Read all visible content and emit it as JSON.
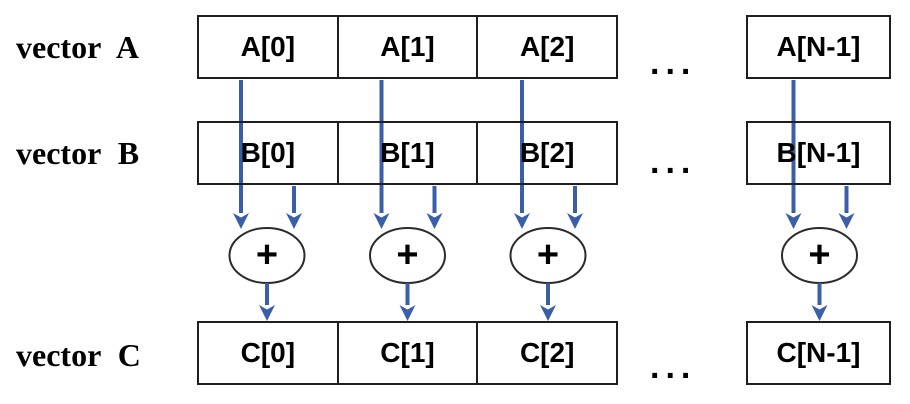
{
  "rows": {
    "a": {
      "label": "vector A",
      "cells": [
        "A[0]",
        "A[1]",
        "A[2]",
        "A[N-1]"
      ]
    },
    "b": {
      "label": "vector B",
      "cells": [
        "B[0]",
        "B[1]",
        "B[2]",
        "B[N-1]"
      ]
    },
    "c": {
      "label": "vector C",
      "cells": [
        "C[0]",
        "C[1]",
        "C[2]",
        "C[N-1]"
      ]
    }
  },
  "ellipsis": "...",
  "operator": "+",
  "colors": {
    "arrow": "#3A5FA8",
    "border": "#1f1f1f",
    "ellipse_stroke": "#2b2b2b",
    "text": "#000000",
    "background": "#ffffff"
  }
}
